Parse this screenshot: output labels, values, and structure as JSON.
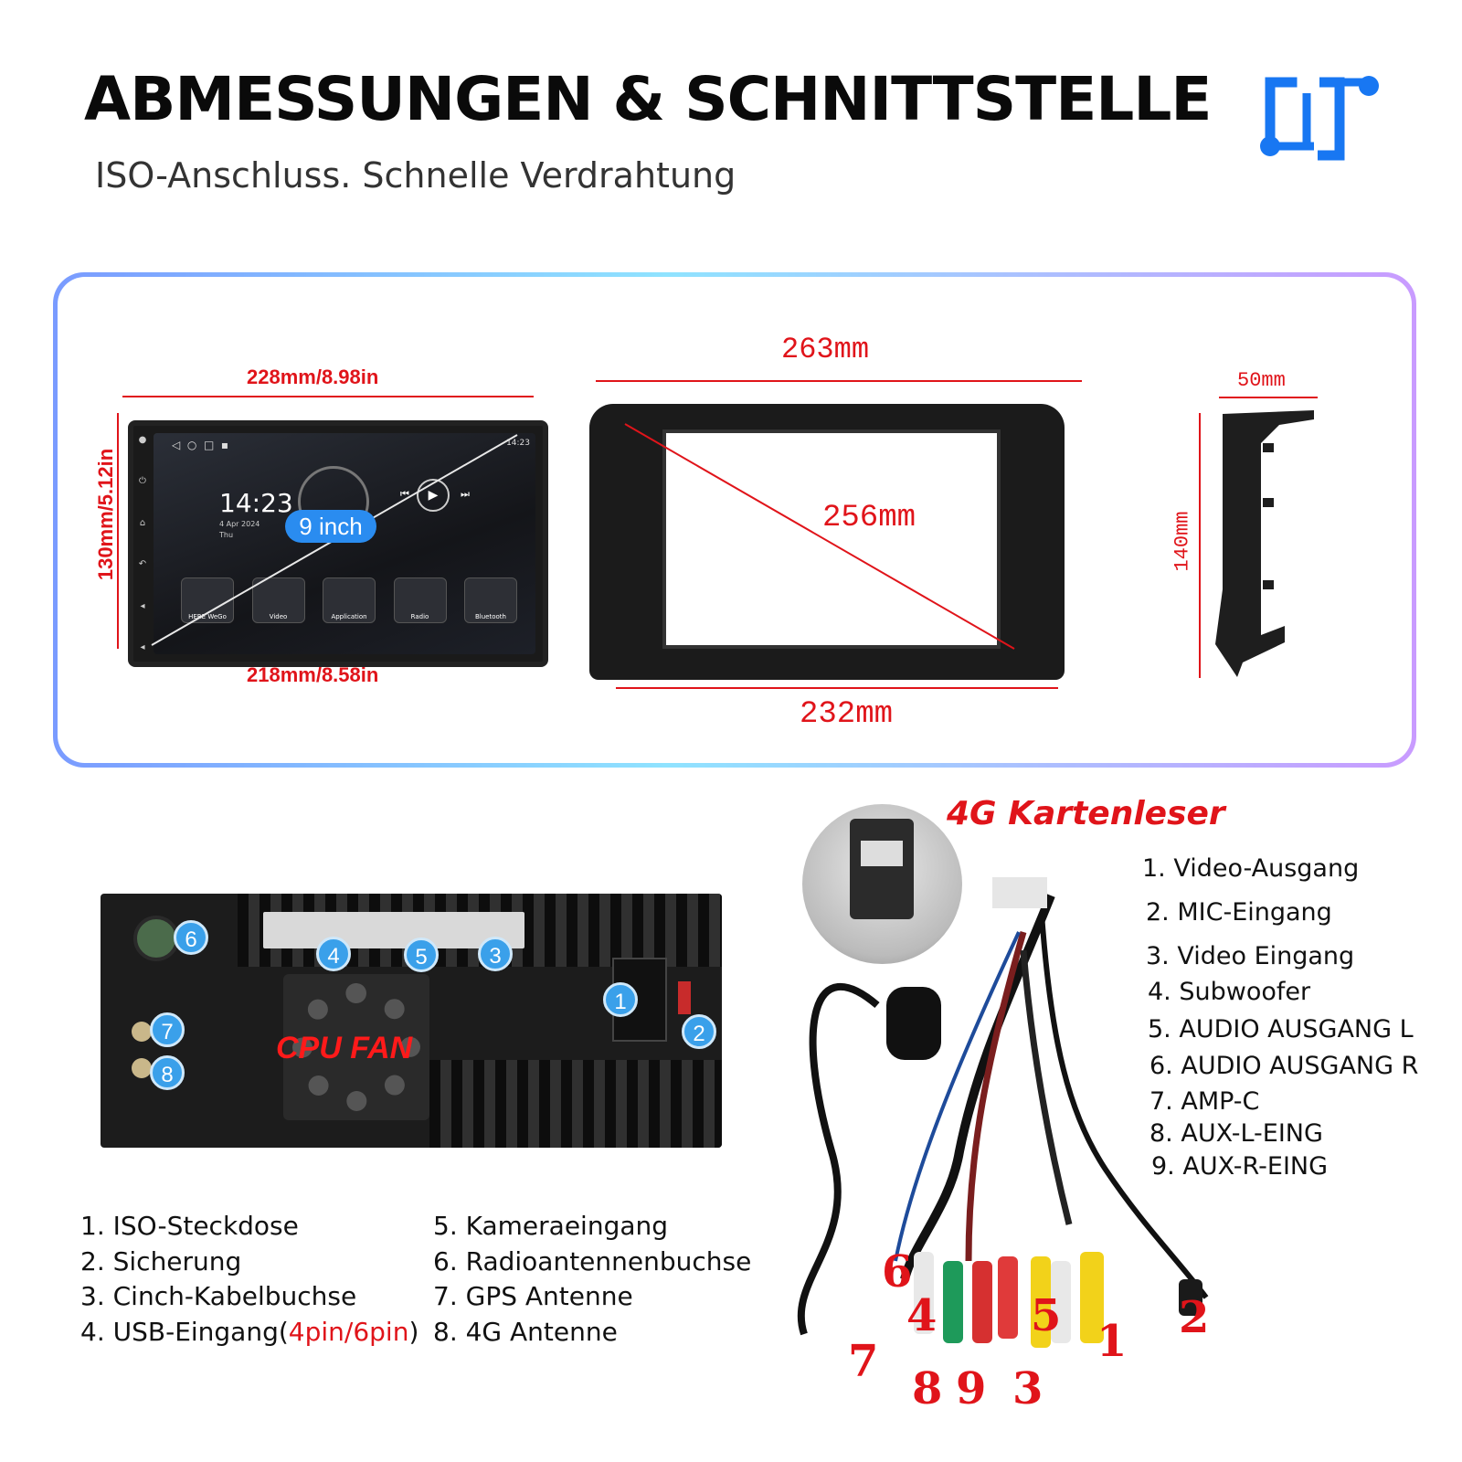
{
  "header": {
    "title": "ABMESSUNGEN & SCHNITTSTELLE",
    "subtitle": "ISO-Anschluss. Schnelle Verdrahtung",
    "logo_icon": "interface-connector-icon",
    "logo_color": "#1877f2"
  },
  "dimensions": {
    "screen_top": "228mm/8.98in",
    "screen_bottom": "218mm/8.58in",
    "screen_side": "130mm/5.12in",
    "screen_size_badge": "9 inch",
    "frame_top": "263mm",
    "frame_diagonal": "256mm",
    "frame_bottom": "232mm",
    "side_depth": "50mm",
    "side_height": "140mm",
    "dimension_color": "#e0141a"
  },
  "screen": {
    "time": "14:23",
    "date_line1": "4 Apr 2024",
    "date_line2": "Thu",
    "status_time": "14:23",
    "apps": [
      "HERE WeGo",
      "Video",
      "Application",
      "Radio",
      "Bluetooth"
    ]
  },
  "back_panel": {
    "cpu_label": "CPU FAN",
    "markers": [
      "1",
      "2",
      "3",
      "4",
      "5",
      "6",
      "7",
      "8"
    ]
  },
  "left_list": {
    "col1": [
      "1. ISO-Steckdose",
      "2. Sicherung",
      "3. Cinch-Kabelbuchse",
      "4. USB-Eingang("
    ],
    "usb_pins": "4pin/6pin",
    "usb_close": ")",
    "col2": [
      "5. Kameraeingang",
      "6. Radioantennenbuchse",
      "7. GPS Antenne",
      "8. 4G Antenne"
    ]
  },
  "cable": {
    "card_reader_label": "4G Kartenleser",
    "items": [
      "1. Video-Ausgang",
      "2. MIC-Eingang",
      "3. Video Eingang",
      "4. Subwoofer",
      "5. AUDIO AUSGANG L",
      "6. AUDIO AUSGANG R",
      "7. AMP-C",
      "8. AUX-L-EING",
      "9. AUX-R-EING"
    ],
    "plug_numbers": [
      "6",
      "4",
      "5",
      "1",
      "2",
      "7",
      "8",
      "9",
      "3"
    ]
  }
}
